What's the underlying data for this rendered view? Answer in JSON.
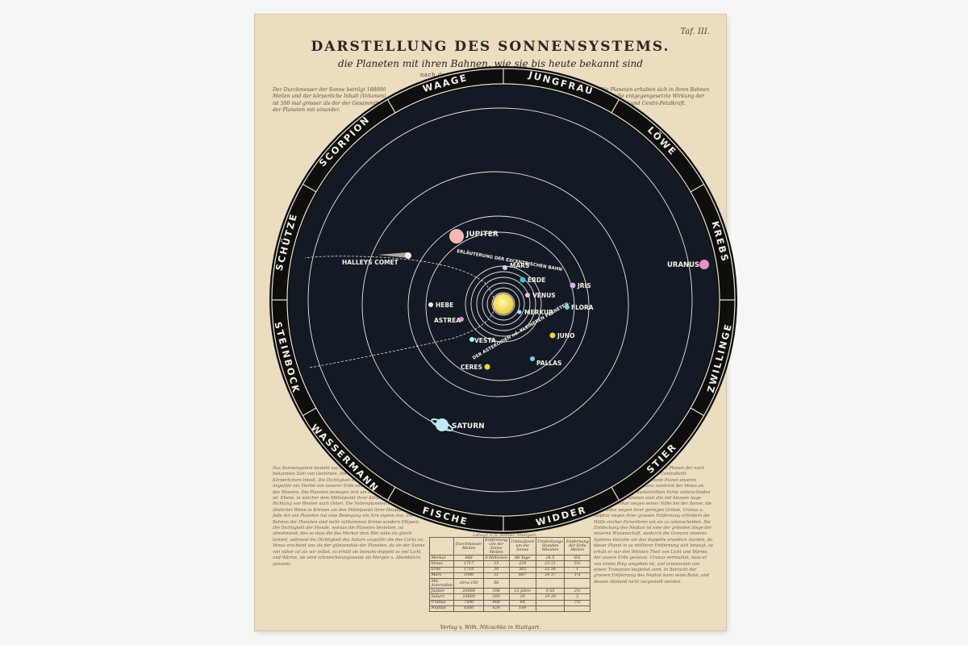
{
  "header": {
    "title": "DARSTELLUNG DES SONNENSYSTEMS.",
    "subtitle": "die Planeten mit ihren Bahnen, wie sie bis heute bekannt sind",
    "subsubtitle": "nach den neuesten und besten Autoritäten.",
    "plate_label": "Taf. III."
  },
  "notes": {
    "left": "Der Durchmesser der Sonne beträgt 188000 Meilen und der körperliche Inhalt (Volumen) ist 500 mal grösser als der der Gesammtheit der Planeten mit einander.",
    "right": "Die Planeten erhalten sich in ihren Bahnen durch die entgegengesetzte Wirkung der Centrifugal und Centri-Petalkraft."
  },
  "zodiac": [
    "WAAGE",
    "JUNGFRAU",
    "LÖWE",
    "KREBS",
    "ZWILLINGE",
    "STIER",
    "WIDDER",
    "FISCHE",
    "WASSERMANN",
    "STEINBOCK",
    "SCHÜTZE",
    "SCORPION"
  ],
  "bodies": {
    "jupiter": "JUPITER",
    "halley": "HALLEYS COMET",
    "mars": "MARS",
    "erde": "ERDE",
    "venus": "VENUS",
    "merkur": "MERKUR",
    "iris": "JRIS",
    "flora": "FLORA",
    "juno": "JUNO",
    "hebe": "HEBE",
    "astrea": "ASTREA",
    "vesta": "VESTA",
    "ceres": "CERES",
    "pallas": "PALLAS",
    "uranus": "URANUS",
    "saturn": "SATURN"
  },
  "labels": {
    "excentric": "ERLÄUTERUNG DER EXCENTRISCHEN BAHN",
    "asteroids_a": "DER ASTEROIDEN od. KLEINEREN PLANETEN.",
    "asteroids_b": ""
  },
  "body_text": {
    "left": "Das Sonnensystem besteht aus der Sonne, und einer gewissen bekannten Zahl von Gestirnen. Die Sonne ist eine Kugel mit Körperlichem Inhalt. Die Dichtigkeit der Sonnen-körpers ist nur ungefähr ein Viertel von unserer Erde oder um wenig grösser als die des Wassers. Die Planeten bewegen sich um die Sonne in einer Fläche od. Ebene, in welcher dem Mittelpunkt ihrer Körper entsprecht in der Richtung von Westen nach Osten. Die Nebenplaneten bewegen sich in ähnlicher Weise in Kreisen um den Mittelpunkt ihrer Hauptplaneten. Jede Art von Planeten hat eine Bewegung um ihre eigene Axe. Die Bahnen der Planeten sind nicht vollkommen Kreise sondern Ellipsen. Die Dichtigkeit der Monde, woraus die Planeten bestehen, ist abnehmend, den so dass die des Merkur dem Blei nahe als gleich kommt, während die Dichtigkeit des Saturn ungefähr die des Corks ist. Venus erscheint uns als der glänzendste der Planeten, da sie der Sonne viel näher ist als wir selbst, so erhält sie beinahe doppelt so viel Licht und Wärme, sie wird schmeichelungsweise als Morgen u. Abendstern genannt.",
    "right": "sind unter der Erde erreicht, diese Phasen der nach dem ein auf ihrer Bahn um das Centrallicht veränderlich. Jupiter der grösste Planet unseres Systems, sieht sich an Glanz zunächst der Venus an. Mars kann an einer dunkelrothen Farbe unterschieden werden. Diese Planeten sind alle mit blossen Auge sichtbar. Merkur wegen seiner Nähe bei der Sonne, die Asteroiden wegen ihrer geringen Grösse, Uranus u. Neptun wegen ihrer grossen Entfernung erfordern die Hülfe starker Fernröhren um sie zu unterscheiden. Die Entdeckung des Neptun ist eine der grössten Siege der neueren Wissenschaft, wodurch die Grenzen unseres Systems beinahe um das doppelte erweitert wurden, da dieser Planet in so mittlerer Entfernung sich bewegt, so erhält er nur den 900sten Theil von Licht und Wärme, der unsere Erde geniesst. Uranus vermuthet, dass er von einem Ring umgeben ist, und erwiesenen von einem Trabanten begleitet wird. In Betracht der grossen Entfernung des Neptun kann seine Bahn, und dessen Abstand nicht vorgestellt werden."
  },
  "imprint": "Lithogr. v. G. Rebner, Stuttgart.",
  "publisher": "Verlag v. Wilh. Nitzschke in Stuttgart.",
  "table": {
    "headers": [
      "",
      "Durchmesser Meilen",
      "Entfernung von der Sonne Meilen",
      "Umlaufszeit um die Sonne",
      "Umdrehungs Stunden Minuten",
      "Entfernung der Erde Meilen"
    ],
    "rows": [
      [
        "Merkur",
        "668",
        "8 Millionen",
        "88 Tage",
        "24 5",
        "6¼"
      ],
      [
        "Venus",
        "1717",
        "15",
        "224",
        "23 21",
        "5½"
      ],
      [
        "Erde",
        "1718",
        "20",
        "365",
        "23 56",
        "1"
      ],
      [
        "Mars",
        "1000",
        "31",
        "687",
        "24 37",
        "1¼"
      ],
      [
        "Mit. Asteroiden",
        "circa 150",
        "56",
        "",
        "",
        ""
      ],
      [
        "Jupiter",
        "20000",
        "108",
        "12 Jahre",
        "9 55",
        "2½"
      ],
      [
        "Saturn",
        "16800",
        "200",
        "29",
        "10 29",
        "2"
      ],
      [
        "Uranus",
        "7500",
        "400",
        "84",
        "",
        "7½"
      ],
      [
        "Neptun",
        "8300",
        "624",
        "164",
        "",
        ""
      ]
    ]
  }
}
